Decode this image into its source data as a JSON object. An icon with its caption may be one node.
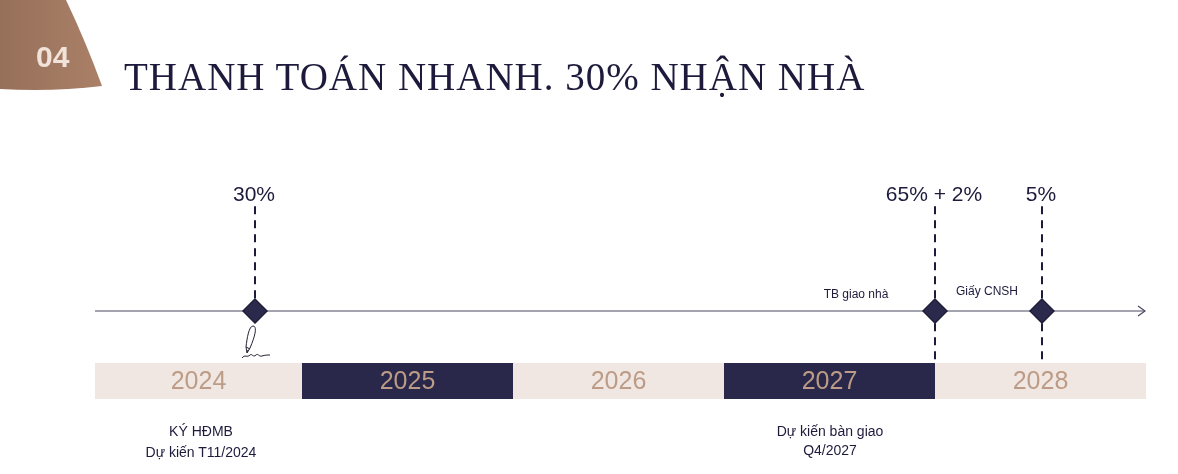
{
  "diagram": {
    "title": "THANH TOÁN NHANH. 30% NHẬN NHÀ",
    "nodes": [
      {
        "text": [
          "04"
        ]
      },
      {
        "text": [
          "30%"
        ]
      },
      {
        "text": [
          "65% + 2%"
        ]
      },
      {
        "text": [
          "5%"
        ]
      },
      {
        "text": [],
        "shape": "diamond"
      },
      {
        "text": [],
        "shape": "diamond"
      },
      {
        "text": [],
        "shape": "diamond"
      },
      {
        "text": [
          "2024"
        ]
      },
      {
        "text": [
          "2025"
        ]
      },
      {
        "text": [
          "2026"
        ]
      },
      {
        "text": [
          "2027"
        ]
      },
      {
        "text": [
          "2028"
        ]
      }
    ],
    "edges": [
      {
        "from": 1,
        "to": 4,
        "arrow": "none",
        "style": "dashed"
      },
      {
        "from": 2,
        "to": 5,
        "arrow": "none",
        "style": "dashed"
      },
      {
        "from": 3,
        "to": 6,
        "arrow": "none",
        "style": "dashed"
      },
      {
        "from": 5,
        "to": 10,
        "arrow": "none",
        "style": "dashed"
      },
      {
        "from": 6,
        "to": 11,
        "arrow": "none",
        "style": "dashed"
      }
    ],
    "labels": [
      "Giấy CNSH",
      "TB giao nhà",
      "KÝ HĐMB",
      "Dự kiến T11/2024",
      "Dự kiến bàn giao Q4/2027"
    ]
  }
}
